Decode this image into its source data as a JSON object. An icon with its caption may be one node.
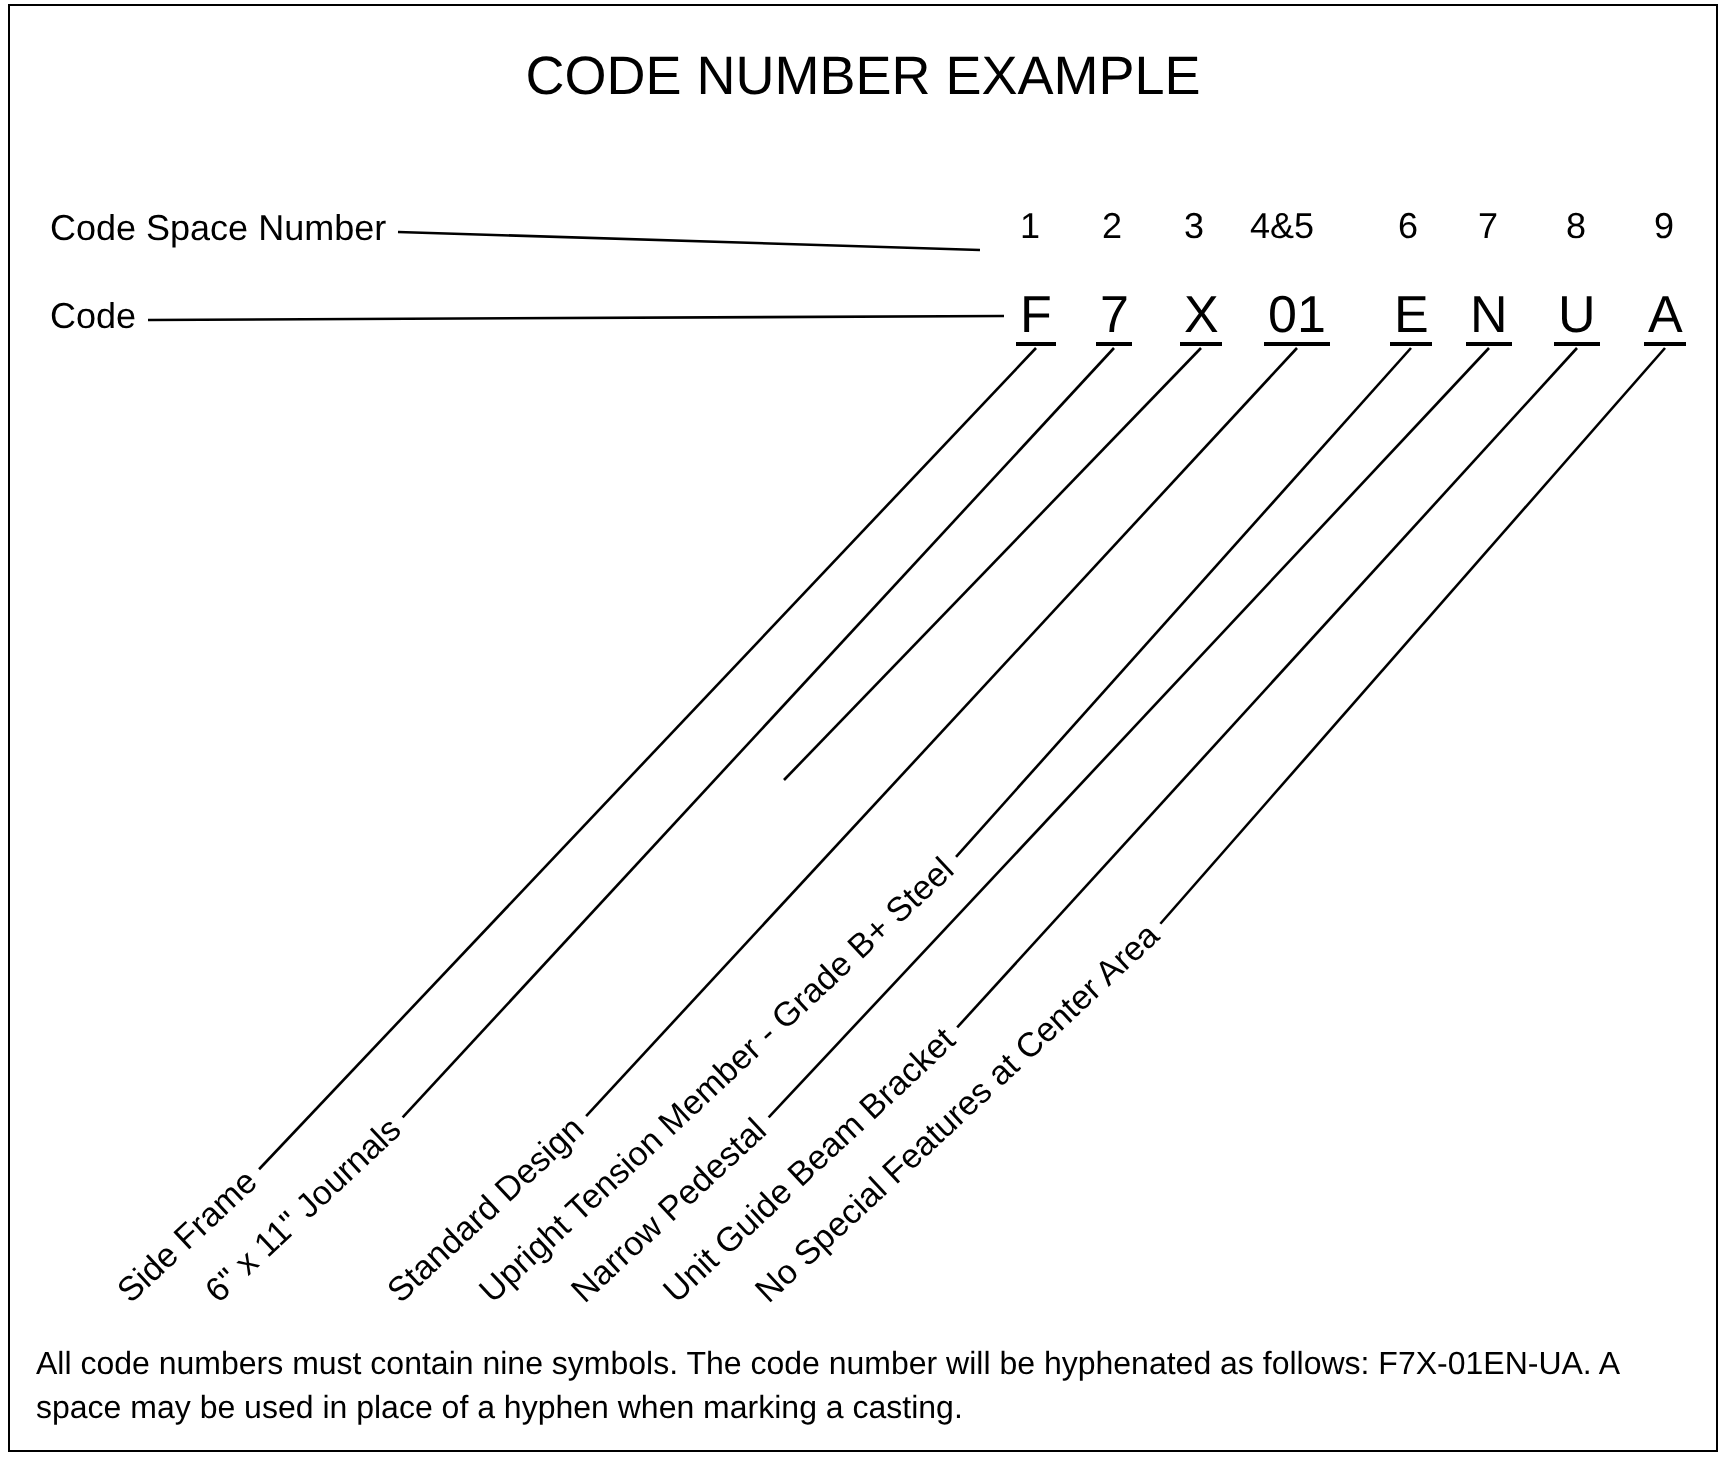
{
  "diagram": {
    "title": "CODE NUMBER EXAMPLE",
    "caption": "All code numbers must contain nine symbols. The code number will be hyphenated as follows: F7X-01EN-UA. A space may be used in place of a hyphen when marking a casting.",
    "nodes": [
      {
        "text": [
          "Code Space Number"
        ]
      },
      {
        "text": [
          "Code"
        ]
      },
      {
        "text": [
          "F"
        ]
      },
      {
        "text": [
          "7"
        ]
      },
      {
        "text": [
          "X"
        ]
      },
      {
        "text": [
          "01"
        ]
      },
      {
        "text": [
          "E"
        ]
      },
      {
        "text": [
          "N"
        ]
      },
      {
        "text": [
          "U"
        ]
      },
      {
        "text": [
          "A"
        ]
      },
      {
        "text": [
          "Side Frame"
        ]
      },
      {
        "text": [
          "6\" x 11\" Journals"
        ]
      },
      {
        "text": [
          "Standard Design"
        ]
      },
      {
        "text": [
          "Upright Tension Member - Grade B+ Steel"
        ]
      },
      {
        "text": [
          "Narrow Pedestal"
        ]
      },
      {
        "text": [
          "Unit Guide Beam Bracket"
        ]
      },
      {
        "text": [
          "No Special Features at Center Area"
        ]
      }
    ],
    "edges": [
      {
        "from": 0,
        "to": null,
        "arrow": "none"
      },
      {
        "from": 1,
        "to": 2,
        "arrow": "none"
      },
      {
        "from": 10,
        "to": 2,
        "arrow": "none"
      },
      {
        "from": 11,
        "to": 3,
        "arrow": "none"
      },
      {
        "from": null,
        "to": 4,
        "arrow": "none"
      },
      {
        "from": 12,
        "to": 5,
        "arrow": "none"
      },
      {
        "from": 13,
        "to": 6,
        "arrow": "none"
      },
      {
        "from": 14,
        "to": 7,
        "arrow": "none"
      },
      {
        "from": 15,
        "to": 8,
        "arrow": "none"
      },
      {
        "from": 16,
        "to": 9,
        "arrow": "none"
      }
    ],
    "labels": [
      "1",
      "2",
      "3",
      "4&5",
      "6",
      "7",
      "8",
      "9"
    ]
  }
}
